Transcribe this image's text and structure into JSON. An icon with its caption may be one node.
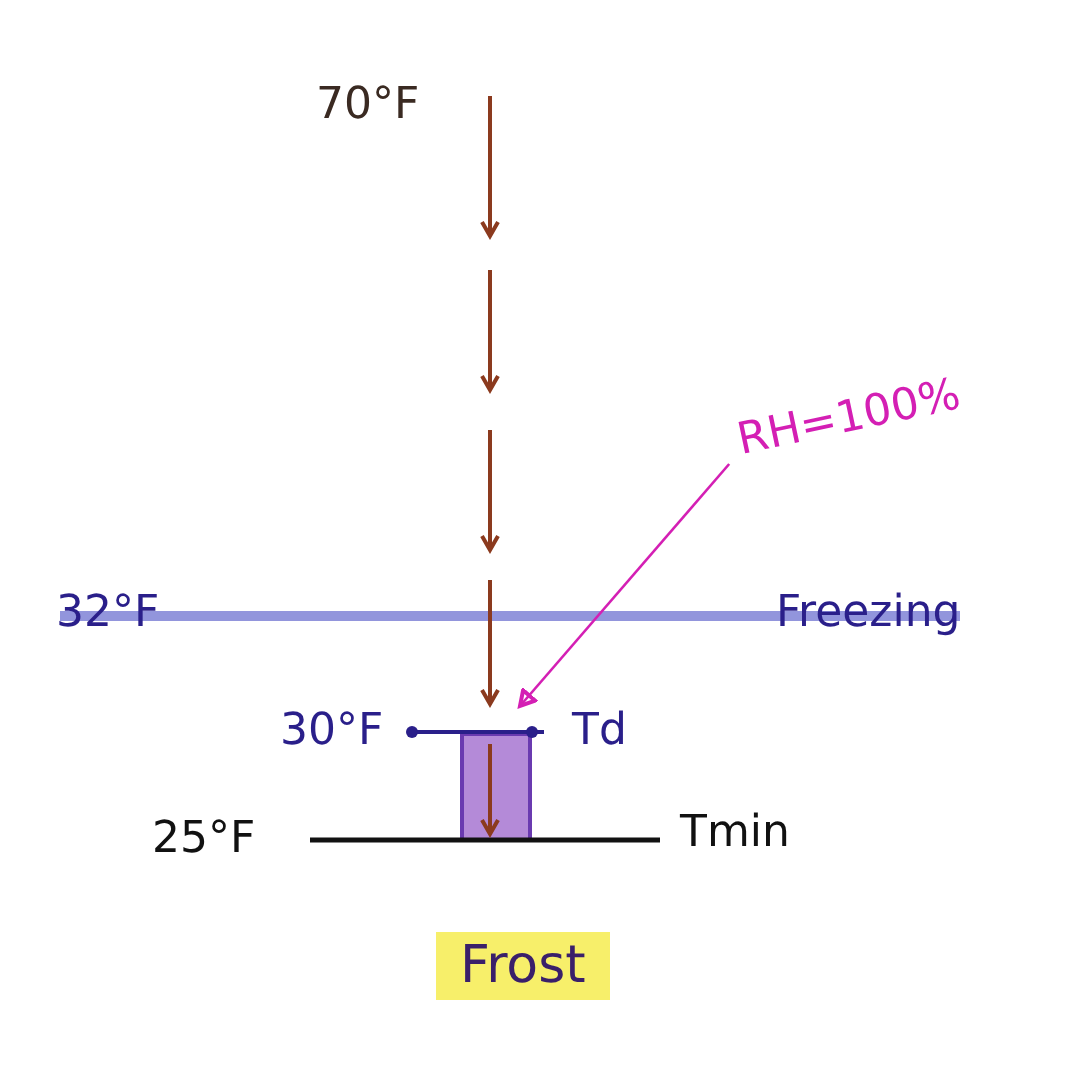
{
  "diagram": {
    "nodes": [
      {
        "text": [
          "RH=100%"
        ]
      },
      {
        "text": [],
        "shape": "bar"
      }
    ],
    "edges": [
      {
        "from": 0,
        "to": 1,
        "arrow": "to"
      }
    ],
    "labels": [
      "70°F",
      "32°F",
      "Freezing",
      "30°F",
      "Td",
      "25°F",
      "Tmin",
      "Frost"
    ]
  }
}
